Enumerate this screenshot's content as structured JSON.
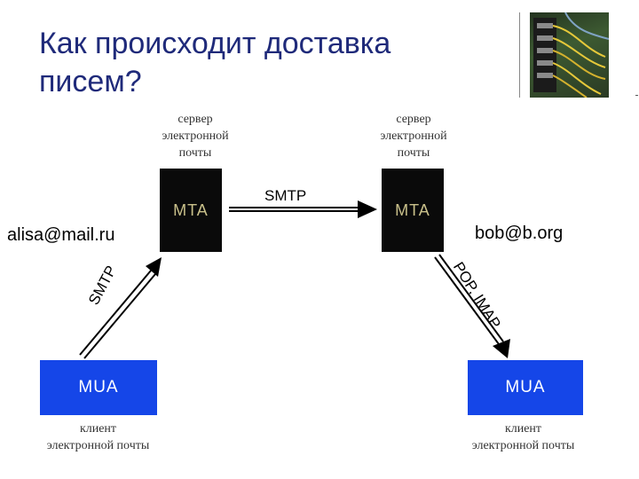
{
  "slide": {
    "title_line1": "Как происходит доставка",
    "title_line2": "писем?"
  },
  "servers": {
    "left_caption": [
      "сервер",
      "электронной",
      "почты"
    ],
    "right_caption": [
      "сервер",
      "электронной",
      "почты"
    ],
    "left_label": "MTA",
    "right_label": "MTA"
  },
  "clients": {
    "left_caption": [
      "клиент",
      "электронной почты"
    ],
    "right_caption": [
      "клиент",
      "электронной почты"
    ],
    "left_label": "MUA",
    "right_label": "MUA"
  },
  "arrows": {
    "mta_to_mta": "SMTP",
    "mua_to_mta": "SMTP",
    "mta_to_mua": "POP, IMAP"
  },
  "addresses": {
    "sender": "alisa@mail.ru",
    "recipient": "bob@b.org"
  },
  "colors": {
    "title": "#1f2a7a",
    "mta_box": "#0a0a0a",
    "mta_text": "#c9c08a",
    "mua_box": "#1546e8",
    "mua_text": "#ffffff"
  },
  "image": {
    "icon": "network-cables-photo-icon"
  }
}
